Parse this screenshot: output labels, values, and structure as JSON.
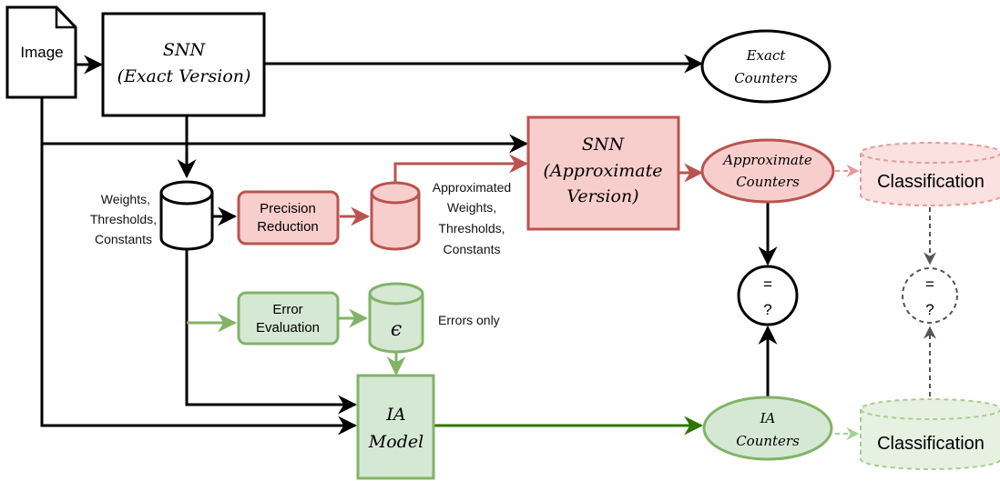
{
  "nodes": {
    "image": "Image",
    "snn_exact_line1": "SNN",
    "snn_exact_line2": "(Exact Version)",
    "exact_counters_line1": "Exact",
    "exact_counters_line2": "Counters",
    "weights_label": [
      "Weights,",
      "Thresholds,",
      "Constants"
    ],
    "precision_reduction": [
      "Precision",
      "Reduction"
    ],
    "approx_weights_label": [
      "Approximated",
      "Weights,",
      "Thresholds,",
      "Constants"
    ],
    "snn_approx_line1": "SNN",
    "snn_approx_line2": "(Approximate",
    "snn_approx_line3": "Version)",
    "approx_counters_line1": "Approximate",
    "approx_counters_line2": "Counters",
    "classification_top": "Classification",
    "error_evaluation": [
      "Error",
      "Evaluation"
    ],
    "epsilon": "ϵ",
    "errors_only": "Errors only",
    "ia_model_line1": "IA",
    "ia_model_line2": "Model",
    "ia_counters_line1": "IA",
    "ia_counters_line2": "Counters",
    "classification_bottom": "Classification",
    "compare_solid": [
      "=",
      "?"
    ],
    "compare_dashed": [
      "=",
      "?"
    ]
  },
  "colors": {
    "black": "#000000",
    "red_stroke": "#b85450",
    "red_fill": "#f8cecc",
    "red_arrow": "#c0504d",
    "green_stroke": "#82b366",
    "green_fill": "#d5e8d4",
    "green_arrow_dark": "#2d7600",
    "gray_dashed": "#555555"
  }
}
